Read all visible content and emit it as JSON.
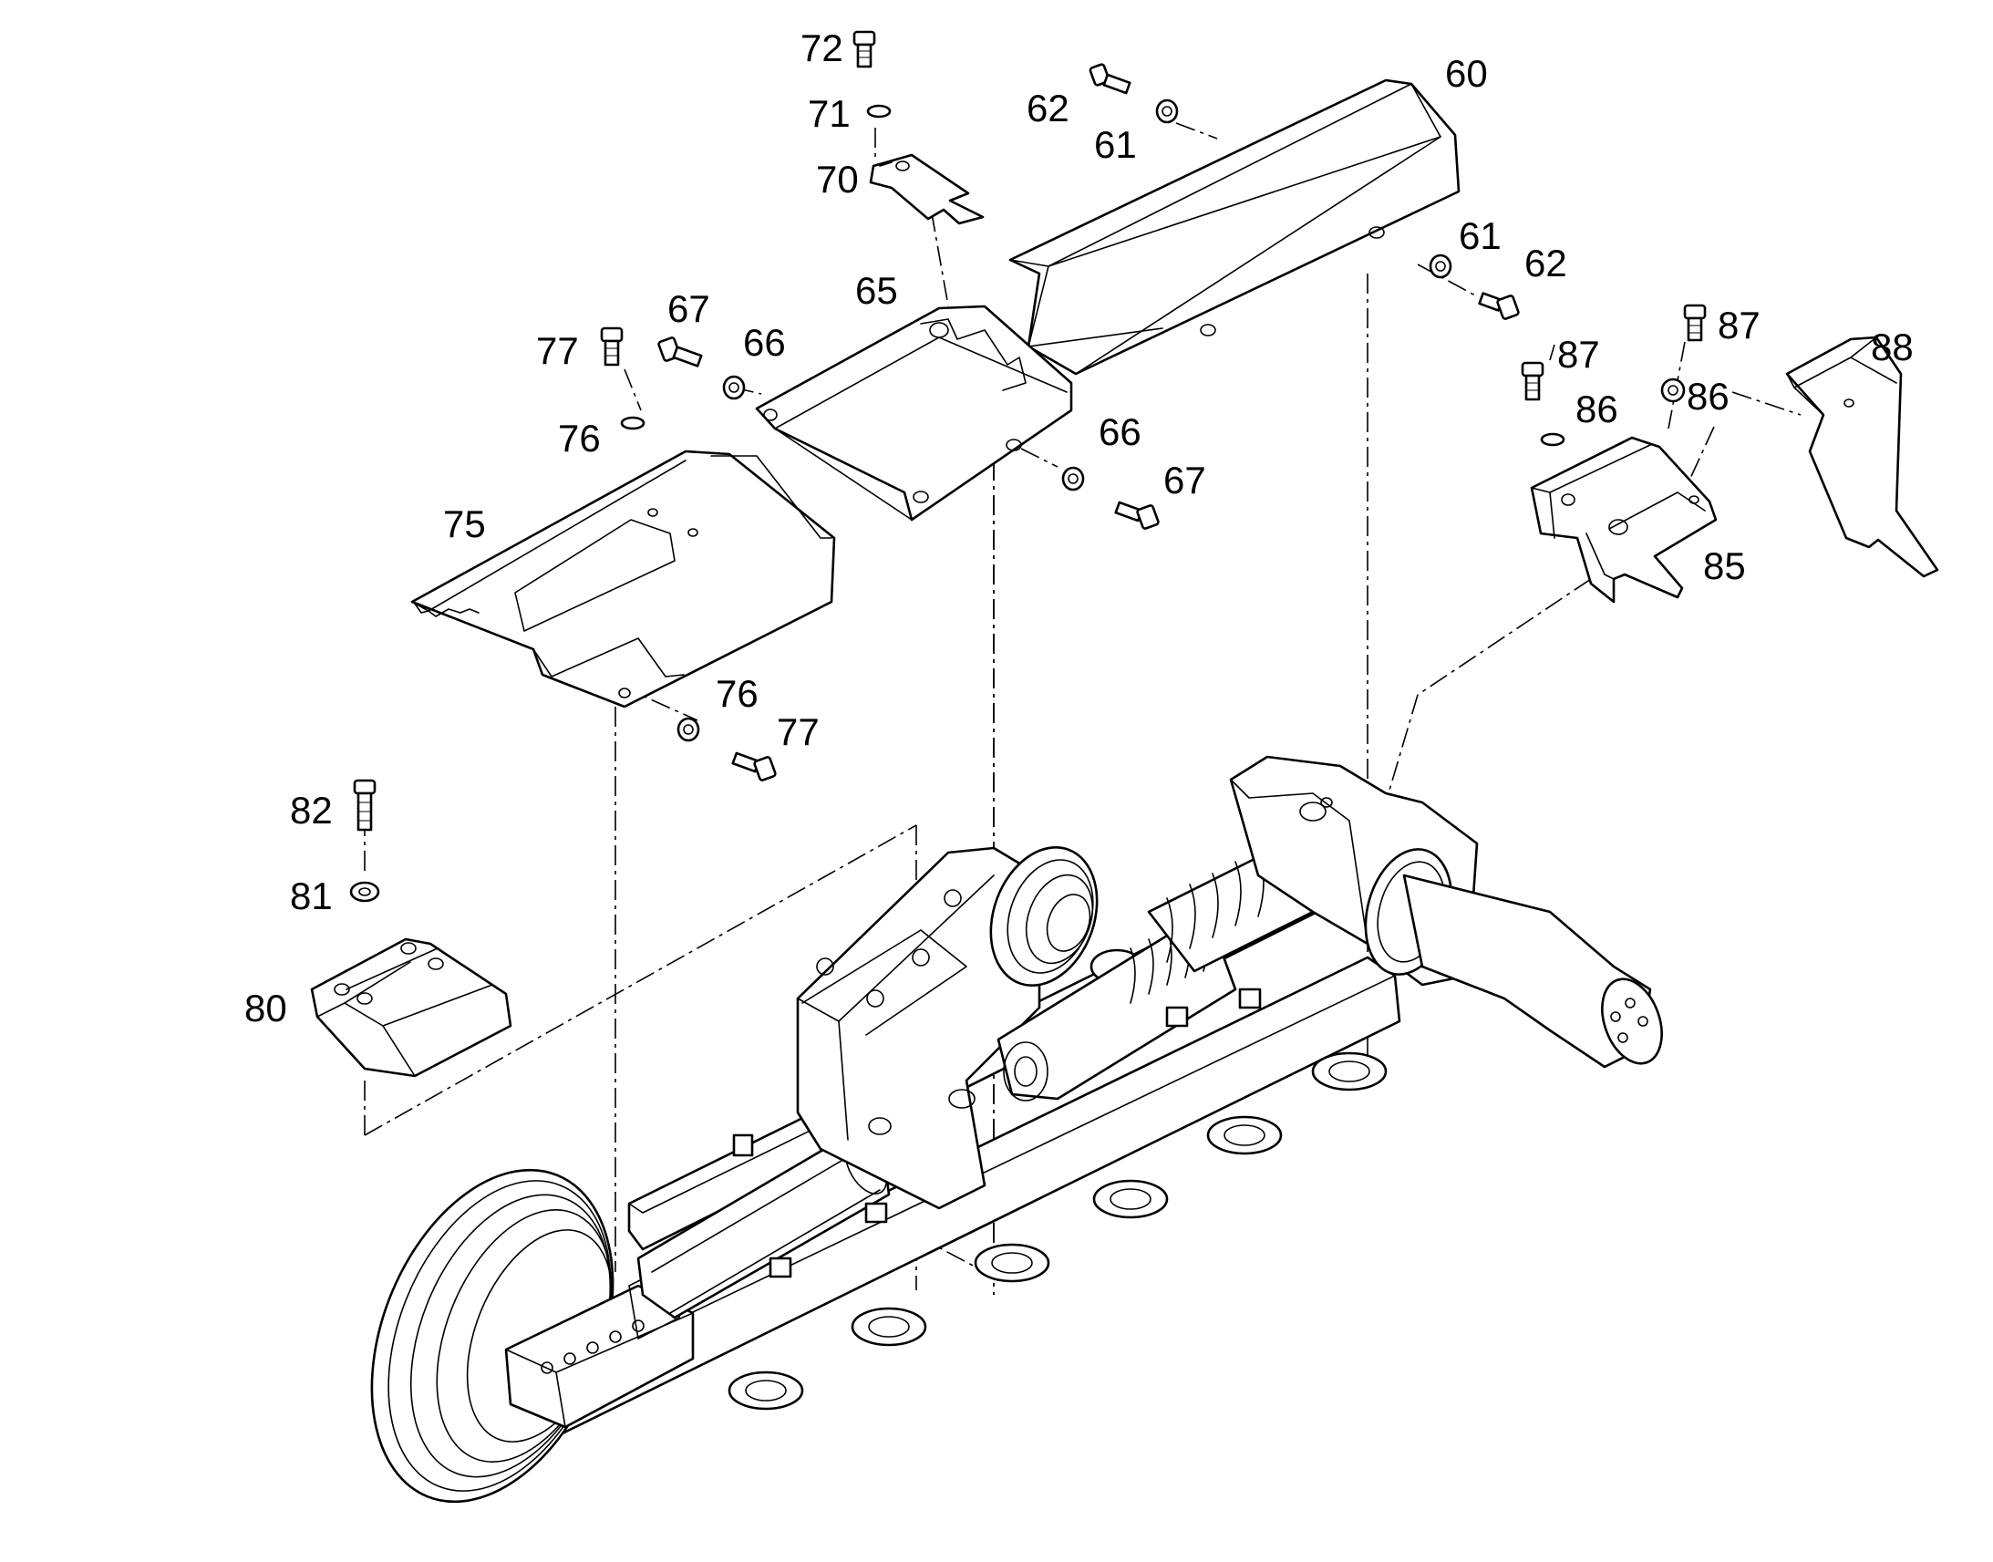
{
  "diagram": {
    "callouts": [
      {
        "id": "c72a",
        "label": "72"
      },
      {
        "id": "c71a",
        "label": "71"
      },
      {
        "id": "c70a",
        "label": "70"
      },
      {
        "id": "c62a",
        "label": "62"
      },
      {
        "id": "c61a",
        "label": "61"
      },
      {
        "id": "c60a",
        "label": "60"
      },
      {
        "id": "c61b",
        "label": "61"
      },
      {
        "id": "c62b",
        "label": "62"
      },
      {
        "id": "c67a",
        "label": "67"
      },
      {
        "id": "c65a",
        "label": "65"
      },
      {
        "id": "c66a",
        "label": "66"
      },
      {
        "id": "c77a",
        "label": "77"
      },
      {
        "id": "c76a",
        "label": "76"
      },
      {
        "id": "c75a",
        "label": "75"
      },
      {
        "id": "c66b",
        "label": "66"
      },
      {
        "id": "c67b",
        "label": "67"
      },
      {
        "id": "c87a",
        "label": "87"
      },
      {
        "id": "c87b",
        "label": "87"
      },
      {
        "id": "c88a",
        "label": "88"
      },
      {
        "id": "c86a",
        "label": "86"
      },
      {
        "id": "c86b",
        "label": "86"
      },
      {
        "id": "c85a",
        "label": "85"
      },
      {
        "id": "c76b",
        "label": "76"
      },
      {
        "id": "c77b",
        "label": "77"
      },
      {
        "id": "c82a",
        "label": "82"
      },
      {
        "id": "c81a",
        "label": "81"
      },
      {
        "id": "c80a",
        "label": "80"
      }
    ]
  }
}
